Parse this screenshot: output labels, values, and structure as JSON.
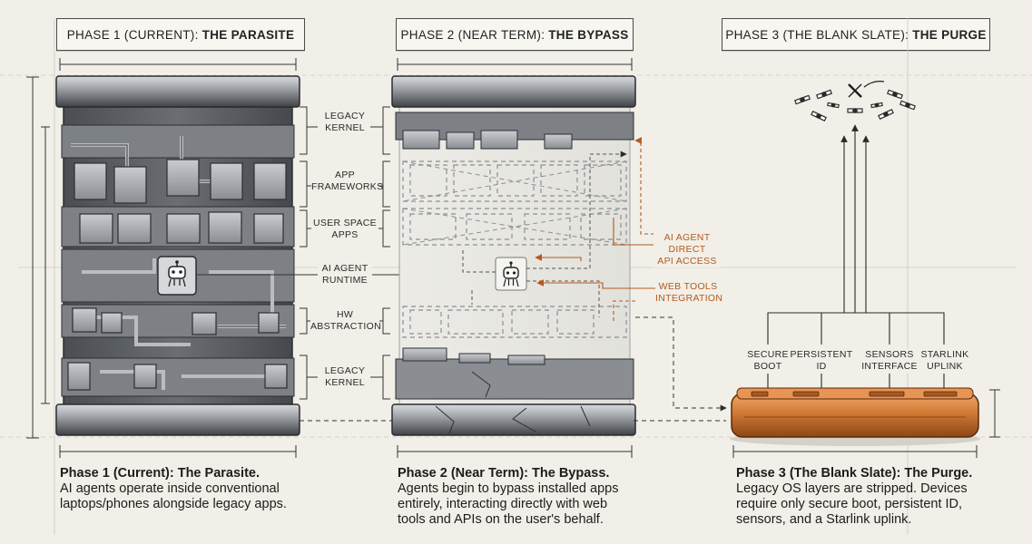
{
  "phases": [
    {
      "title_prefix": "PHASE 1 (CURRENT):",
      "title_bold": "THE PARASITE",
      "caption_title": "Phase 1 (Current): The Parasite.",
      "caption_body": "AI agents operate inside conventional laptops/phones alongside legacy apps."
    },
    {
      "title_prefix": "PHASE 2 (NEAR TERM):",
      "title_bold": "THE BYPASS",
      "caption_title": "Phase 2 (Near Term): The Bypass.",
      "caption_body": "Agents begin to bypass installed apps entirely, interacting directly with web tools and APIs on the user's behalf."
    },
    {
      "title_prefix": "PHASE 3 (THE BLANK SLATE):",
      "title_bold": "THE PURGE",
      "caption_title": "Phase 3 (The Blank Slate): The Purge.",
      "caption_body": "Legacy OS layers are stripped. Devices require only secure boot, persistent ID, sensors, and a Starlink uplink."
    }
  ],
  "layer_labels": {
    "legacy_kernel_top": "LEGACY\nKERNEL",
    "app_frameworks": "APP\nFRAMEWORKS",
    "user_space_apps": "USER SPACE\nAPPS",
    "ai_agent_runtime": "AI AGENT\nRUNTIME",
    "hw_abstraction": "HW\nABSTRACTION",
    "legacy_kernel_bottom": "LEGACY\nKERNEL"
  },
  "phase2_labels": {
    "direct_api_access": "AI AGENT\nDIRECT\nAPI ACCESS",
    "web_tools_integration": "WEB TOOLS\nINTEGRATION"
  },
  "phase3_labels": {
    "secure_boot": "SECURE\nBOOT",
    "persistent_id": "PERSISTENT\nID",
    "sensors_interface": "SENSORS\nINTERFACE",
    "starlink_uplink": "STARLINK\nUPLINK"
  },
  "icons": {
    "agent": "robot-icon",
    "satellites": "satellite-constellation-icon",
    "brand": "x-logo-icon"
  },
  "colors": {
    "background": "#f1efe8",
    "metal_dark": "#55585c",
    "metal_light": "#b8bbbf",
    "accent_orange": "#b45a1c",
    "copper_device": "#d07a35",
    "ink": "#1c1c1c"
  }
}
